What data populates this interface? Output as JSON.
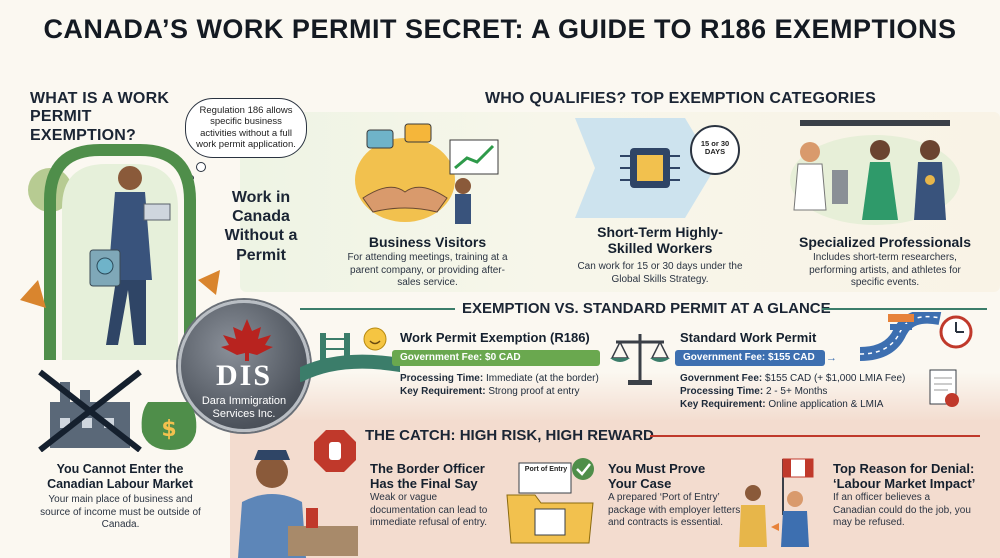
{
  "title": "CANADA’S WORK PERMIT SECRET: A GUIDE TO R186 EXEMPTIONS",
  "intro": {
    "heading": "WHAT IS A WORK PERMIT EXEMPTION?",
    "bubble": "Regulation 186 allows specific business activities without a full work permit application.",
    "tagline": "Work in Canada Without a Permit"
  },
  "qualifies": {
    "heading": "WHO QUALIFIES? TOP EXEMPTION CATEGORIES",
    "categories": [
      {
        "title": "Business Visitors",
        "desc": "For attending meetings, training at a parent company, or providing after-sales service."
      },
      {
        "title": "Short-Term Highly-Skilled Workers",
        "desc": "Can work for 15 or 30 days under the Global Skills Strategy.",
        "badge": "15 or 30 DAYS"
      },
      {
        "title": "Specialized Professionals",
        "desc": "Includes short-term researchers, performing artists, and athletes for specific events."
      }
    ]
  },
  "logo": {
    "abbr": "DIS",
    "name": "Dara Immigration Services Inc."
  },
  "comparison": {
    "heading": "EXEMPTION VS. STANDARD PERMIT AT A GLANCE",
    "exemption": {
      "title": "Work Permit Exemption (R186)",
      "fee_bar": "Government Fee: $0 CAD",
      "processing_label": "Processing Time:",
      "processing_value": "Immediate (at the border)",
      "requirement_label": "Key Requirement:",
      "requirement_value": "Strong proof at entry"
    },
    "standard": {
      "title": "Standard Work Permit",
      "fee_bar": "Government Fee: $155 CAD",
      "fee_label": "Government Fee:",
      "fee_value": "$155 CAD (+ $1,000 LMIA Fee)",
      "processing_label": "Processing Time:",
      "processing_value": "2 - 5+ Months",
      "requirement_label": "Key Requirement:",
      "requirement_value": "Online application & LMIA"
    }
  },
  "labour": {
    "title": "You Cannot Enter the Canadian Labour Market",
    "desc": "Your main place of business and source of income must be outside of Canada."
  },
  "catch": {
    "heading": "THE CATCH: HIGH RISK, HIGH REWARD",
    "items": [
      {
        "title": "The Border Officer Has the Final Say",
        "desc": "Weak or vague documentation can lead to immediate refusal of entry."
      },
      {
        "title": "You Must Prove Your Case",
        "desc": "A prepared ‘Port of Entry’ package with employer letters and contracts is essential.",
        "doc_label": "Port of Entry"
      },
      {
        "title": "Top Reason for Denial: ‘Labour Market Impact’",
        "desc": "If an officer believes a Canadian could do the job, you may be refused."
      }
    ]
  },
  "colors": {
    "accent_green": "#3b7d6a",
    "accent_red": "#c0392b",
    "bar_green": "#6aa84f",
    "bar_blue": "#3d6fb0",
    "band_red": "#f3dccf"
  }
}
